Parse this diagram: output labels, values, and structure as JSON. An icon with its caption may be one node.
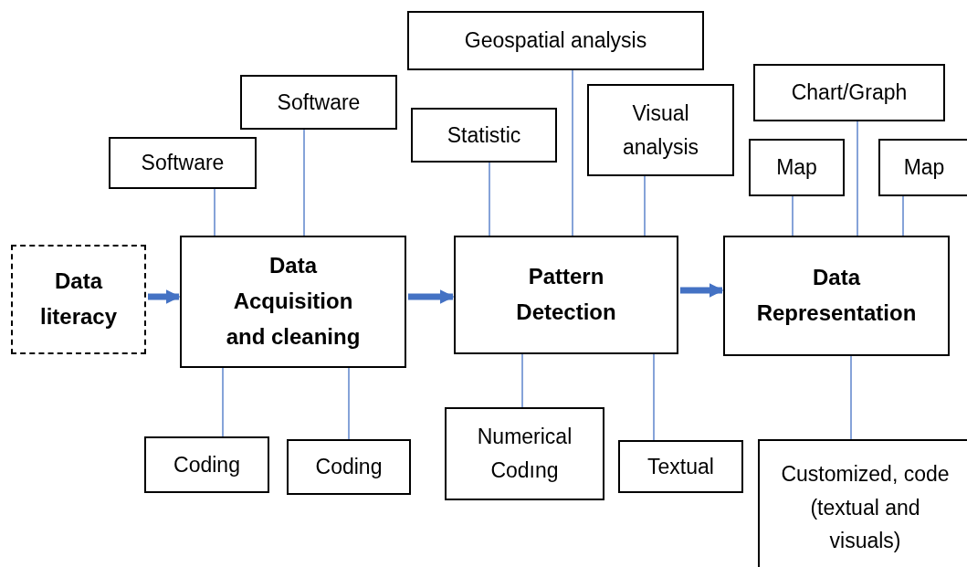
{
  "diagram": {
    "nodes": [
      {
        "text": [
          "Data literacy"
        ]
      },
      {
        "text": [
          "Data Acquisition and cleaning"
        ]
      },
      {
        "text": [
          "Pattern Detection"
        ]
      },
      {
        "text": [
          "Data Representation"
        ]
      },
      {
        "text": [
          "Software"
        ]
      },
      {
        "text": [
          "Software"
        ]
      },
      {
        "text": [
          "Statistic"
        ]
      },
      {
        "text": [
          "Geospatial analysis"
        ]
      },
      {
        "text": [
          "Visual analysis"
        ]
      },
      {
        "text": [
          "Chart/Graph"
        ]
      },
      {
        "text": [
          "Map"
        ]
      },
      {
        "text": [
          "Map"
        ]
      },
      {
        "text": [
          "Coding"
        ]
      },
      {
        "text": [
          "Coding"
        ]
      },
      {
        "text": [
          "Numerical Codıng"
        ]
      },
      {
        "text": [
          "Textual"
        ]
      },
      {
        "text": [
          "Customized, code (textual and visuals)"
        ]
      }
    ],
    "edges": [
      {
        "from": 0,
        "to": 1,
        "arrow": "to",
        "style": "thick"
      },
      {
        "from": 1,
        "to": 2,
        "arrow": "to",
        "style": "thick"
      },
      {
        "from": 2,
        "to": 3,
        "arrow": "to",
        "style": "thick"
      },
      {
        "from": 4,
        "to": 1,
        "arrow": "none"
      },
      {
        "from": 5,
        "to": 1,
        "arrow": "none"
      },
      {
        "from": 6,
        "to": 2,
        "arrow": "none"
      },
      {
        "from": 7,
        "to": 2,
        "arrow": "none"
      },
      {
        "from": 8,
        "to": 2,
        "arrow": "none"
      },
      {
        "from": 10,
        "to": 3,
        "arrow": "none"
      },
      {
        "from": 9,
        "to": 3,
        "arrow": "none"
      },
      {
        "from": 11,
        "to": 3,
        "arrow": "none"
      },
      {
        "from": 1,
        "to": 12,
        "arrow": "none"
      },
      {
        "from": 1,
        "to": 13,
        "arrow": "none"
      },
      {
        "from": 2,
        "to": 14,
        "arrow": "none"
      },
      {
        "from": 2,
        "to": 15,
        "arrow": "none"
      },
      {
        "from": 3,
        "to": 16,
        "arrow": "none"
      }
    ]
  }
}
